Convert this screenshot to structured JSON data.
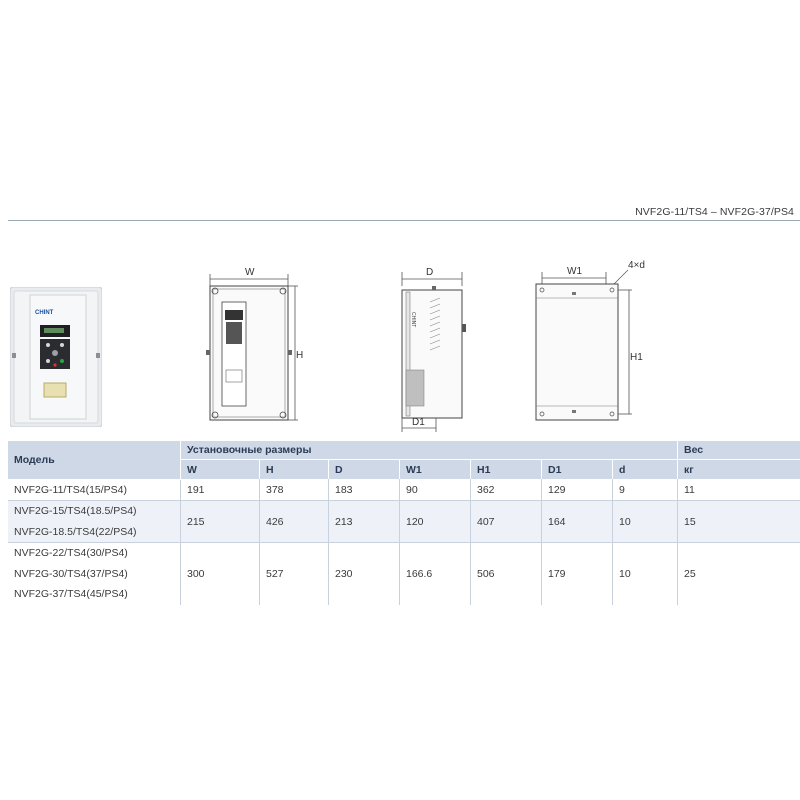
{
  "series_title": "NVF2G-11/TS4 – NVF2G-37/PS4",
  "drawings": {
    "front": {
      "width_label": "W",
      "height_label": "H"
    },
    "side": {
      "depth_label": "D",
      "depth1_label": "D1"
    },
    "back": {
      "width1_label": "W1",
      "height1_label": "H1",
      "hole_label": "4×d"
    },
    "photo_brand": "CHINT"
  },
  "table": {
    "model_header": "Модель",
    "dims_header": "Установочные размеры",
    "weight_header": "Вес",
    "columns": [
      "W",
      "H",
      "D",
      "W1",
      "H1",
      "D1",
      "d"
    ],
    "weight_unit": "кг",
    "groups": [
      {
        "models": [
          "NVF2G-11/TS4(15/PS4)"
        ],
        "values": [
          "191",
          "378",
          "183",
          "90",
          "362",
          "129",
          "9",
          "11"
        ]
      },
      {
        "models": [
          "NVF2G-15/TS4(18.5/PS4)",
          "NVF2G-18.5/TS4(22/PS4)"
        ],
        "values": [
          "215",
          "426",
          "213",
          "120",
          "407",
          "164",
          "10",
          "15"
        ]
      },
      {
        "models": [
          "NVF2G-22/TS4(30/PS4)",
          "NVF2G-30/TS4(37/PS4)",
          "NVF2G-37/TS4(45/PS4)"
        ],
        "values": [
          "300",
          "527",
          "230",
          "166.6",
          "506",
          "179",
          "10",
          "25"
        ]
      }
    ]
  }
}
